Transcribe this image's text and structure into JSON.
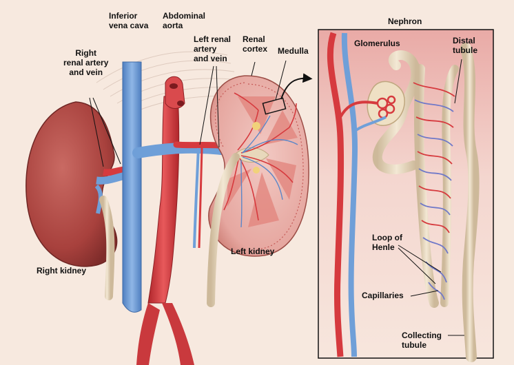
{
  "colors": {
    "background": "#f7e9df",
    "artery": "#d63a3e",
    "vein": "#6f9fd8",
    "kidney": "#b54a45",
    "tubule": "#eadcc4",
    "inset_bg": "#f1c9c3"
  },
  "labels": {
    "inferior_vena_cava": [
      "Inferior",
      "vena cava"
    ],
    "abdominal_aorta": [
      "Abdominal",
      "aorta"
    ],
    "left_renal_artery_vein": [
      "Left renal",
      "artery",
      "and vein"
    ],
    "renal_cortex": [
      "Renal",
      "cortex"
    ],
    "medulla": "Medulla",
    "right_renal_artery_vein": [
      "Right",
      "renal artery",
      "and vein"
    ],
    "right_kidney": "Right kidney",
    "left_kidney": "Left kidney"
  },
  "inset": {
    "title": "Nephron",
    "glomerulus": "Glomerulus",
    "distal_tubule": [
      "Distal",
      "tubule"
    ],
    "loop_of_henle": [
      "Loop of",
      "Henle"
    ],
    "capillaries": "Capillaries",
    "collecting_tubule": [
      "Collecting",
      "tubule"
    ]
  }
}
